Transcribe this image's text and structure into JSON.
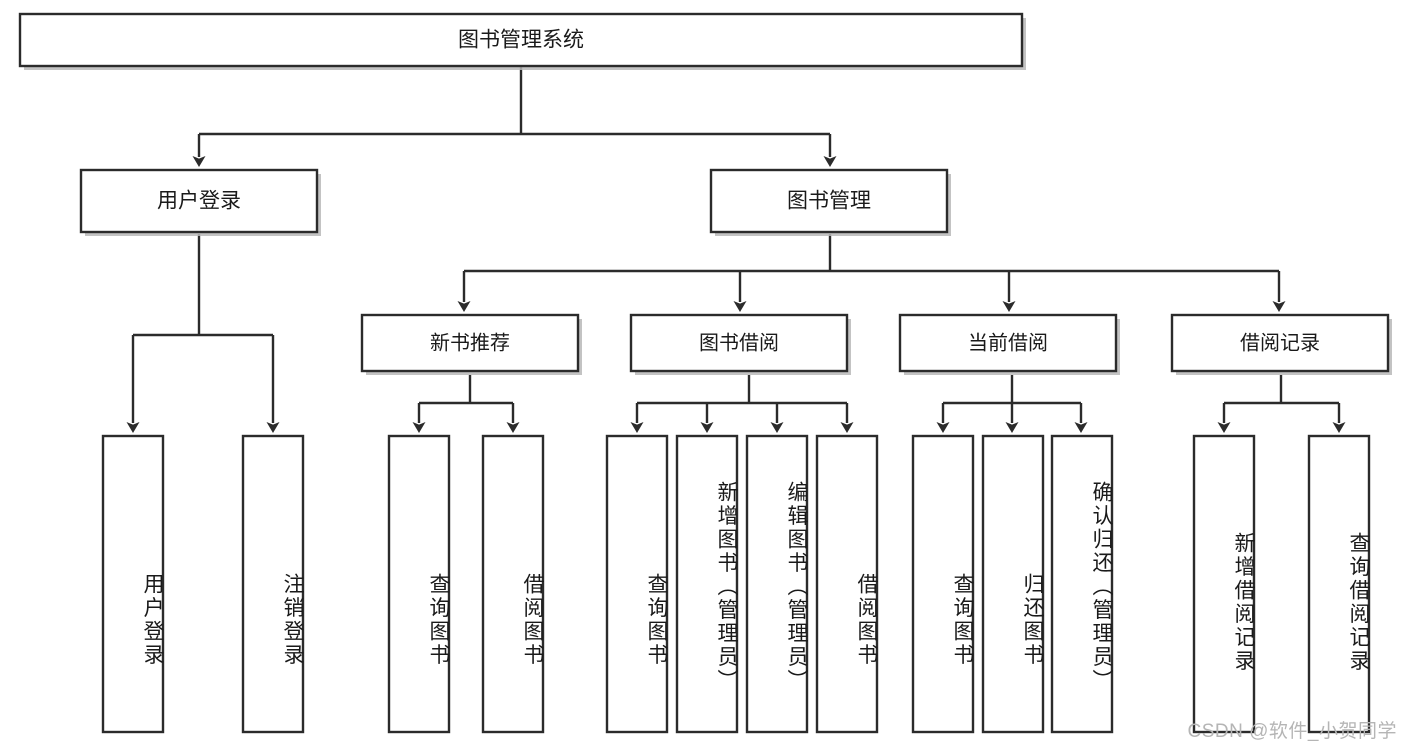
{
  "diagram": {
    "type": "tree",
    "title": "图书管理系统",
    "root": {
      "id": "root",
      "label": "图书管理系统",
      "orientation": "horizontal"
    },
    "level1": [
      {
        "id": "user-login",
        "label": "用户登录",
        "orientation": "horizontal"
      },
      {
        "id": "book-manage",
        "label": "图书管理",
        "orientation": "horizontal"
      }
    ],
    "level2": [
      {
        "id": "new-book-recommend",
        "label": "新书推荐",
        "parent": "book-manage",
        "orientation": "horizontal"
      },
      {
        "id": "book-borrow",
        "label": "图书借阅",
        "parent": "book-manage",
        "orientation": "horizontal"
      },
      {
        "id": "current-borrow",
        "label": "当前借阅",
        "parent": "book-manage",
        "orientation": "horizontal"
      },
      {
        "id": "borrow-record",
        "label": "借阅记录",
        "parent": "book-manage",
        "orientation": "horizontal"
      }
    ],
    "leaves": [
      {
        "id": "leaf-user-login",
        "label": "用户登录",
        "parent": "user-login",
        "orientation": "vertical"
      },
      {
        "id": "leaf-user-logout",
        "label": "注销登录",
        "parent": "user-login",
        "orientation": "vertical"
      },
      {
        "id": "leaf-query-book-1",
        "label": "查询图书",
        "parent": "new-book-recommend",
        "orientation": "vertical"
      },
      {
        "id": "leaf-borrow-book-1",
        "label": "借阅图书",
        "parent": "new-book-recommend",
        "orientation": "vertical"
      },
      {
        "id": "leaf-query-book-2",
        "label": "查询图书",
        "parent": "book-borrow",
        "orientation": "vertical"
      },
      {
        "id": "leaf-add-book",
        "label": "新增图书（管理员）",
        "parent": "book-borrow",
        "orientation": "vertical"
      },
      {
        "id": "leaf-edit-book",
        "label": "编辑图书（管理员）",
        "parent": "book-borrow",
        "orientation": "vertical"
      },
      {
        "id": "leaf-borrow-book-2",
        "label": "借阅图书",
        "parent": "book-borrow",
        "orientation": "vertical"
      },
      {
        "id": "leaf-query-book-3",
        "label": "查询图书",
        "parent": "current-borrow",
        "orientation": "vertical"
      },
      {
        "id": "leaf-return-book",
        "label": "归还图书",
        "parent": "current-borrow",
        "orientation": "vertical"
      },
      {
        "id": "leaf-confirm-return",
        "label": "确认归还（管理员）",
        "parent": "current-borrow",
        "orientation": "vertical"
      },
      {
        "id": "leaf-add-record",
        "label": "新增借阅记录",
        "parent": "borrow-record",
        "orientation": "vertical"
      },
      {
        "id": "leaf-query-record",
        "label": "查询借阅记录",
        "parent": "borrow-record",
        "orientation": "vertical"
      }
    ],
    "colors": {
      "box_fill": "#ffffff",
      "box_stroke": "#2b2b2b",
      "text": "#1a1a1a",
      "connector": "#2b2b2b",
      "watermark": "#b5b5b5",
      "background": "#ffffff"
    }
  },
  "watermark": {
    "text": "CSDN @软件_小贺同学"
  }
}
